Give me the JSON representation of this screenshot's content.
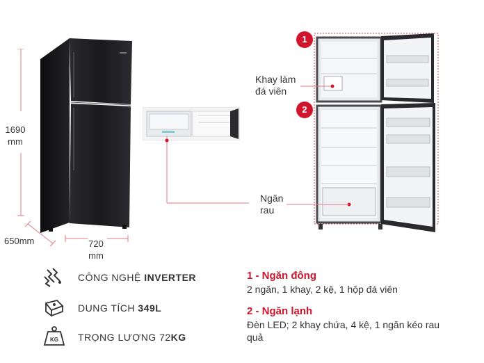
{
  "dimensions": {
    "height_value": "1690",
    "height_unit": "mm",
    "depth": "650mm",
    "width_value": "720",
    "width_unit": "mm"
  },
  "callouts": {
    "ice_tray_line1": "Khay làm",
    "ice_tray_line2": "đá viên",
    "veg_line1": "Ngăn",
    "veg_line2": "rau",
    "badge_1": "1",
    "badge_2": "2"
  },
  "specs": [
    {
      "prefix": "CÔNG NGHỆ ",
      "strong": "INVERTER",
      "icon": "inverter-chip-icon"
    },
    {
      "prefix": "DUNG TÍCH ",
      "strong": "349L",
      "icon": "capacity-icon"
    },
    {
      "prefix": "TRỌNG LƯỢNG 72",
      "strong": "KG",
      "icon": "weight-kg-icon",
      "icon_text": "KG"
    }
  ],
  "notes": {
    "freezer_title": "1 - Ngăn đông",
    "freezer_text": "2 ngăn, 1 khay, 2 kệ, 1 hộp đá viên",
    "fridge_title": "2 - Ngăn lạnh",
    "fridge_text": "Đèn LED; 2 khay chứa, 4 kệ, 1 ngăn kéo rau quả"
  },
  "colors": {
    "accent": "#d0142b",
    "fridge_body": "#1c1c1f",
    "dimension_line": "#e07a88"
  }
}
